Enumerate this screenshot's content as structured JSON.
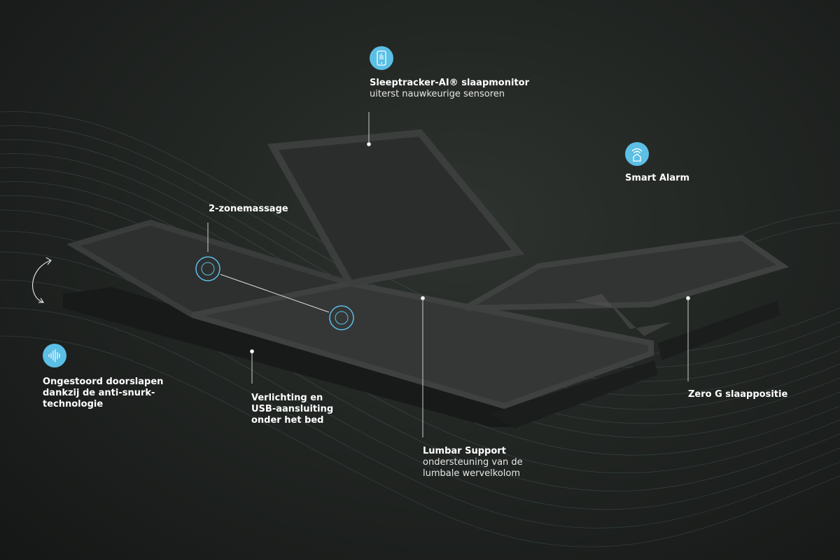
{
  "colors": {
    "accent": "#5bbfe6",
    "background": "#222623",
    "text": "#ffffff"
  },
  "annotations": {
    "sleeptracker": {
      "icon": "phone-sensor-icon",
      "title": "Sleeptracker-AI® slaapmonitor",
      "subtitle": "uiterst nauwkeurige sensoren"
    },
    "smart_alarm": {
      "icon": "wifi-home-icon",
      "title": "Smart Alarm"
    },
    "massage": {
      "icon": "massage-zone-icon",
      "title": "2-zonemassage"
    },
    "anti_snore": {
      "icon": "sound-wave-icon",
      "title": "Ongestoord doorslapen dankzij de anti-snurk-technologie"
    },
    "lighting": {
      "title": "Verlichting en USB-aansluiting onder het bed"
    },
    "lumbar": {
      "title": "Lumbar Support",
      "subtitle": "ondersteuning van de lumbale wervelkolom"
    },
    "zero_g": {
      "title": "Zero G slaappositie"
    }
  }
}
